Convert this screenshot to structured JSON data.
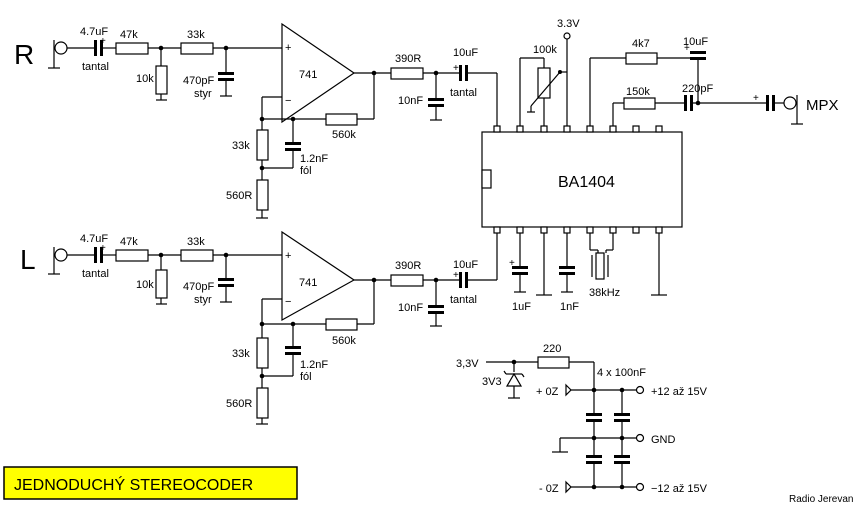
{
  "title": "JEDNODUCHÝ STEREOCODER",
  "credit": "Radio Jerevan",
  "channels": {
    "right": "R",
    "left": "L"
  },
  "output": "MPX",
  "ic": {
    "name": "BA1404"
  },
  "opamp": "741",
  "components": {
    "c_in": "4.7uF",
    "c_in_type": "tantal",
    "r1": "47k",
    "r2": "33k",
    "r_gnd": "10k",
    "c_filter": "470pF",
    "c_filter_type": "styr",
    "r_fb": "560k",
    "r_g1": "33k",
    "r_g2": "560R",
    "c_g": "1.2nF",
    "c_g_type": "fól",
    "r_out": "390R",
    "c_out": "10uF",
    "c_out_type": "tantal",
    "c_shunt": "10nF"
  },
  "ic_circuit": {
    "supply": "3.3V",
    "pot": "100k",
    "r_4k7": "4k7",
    "c_10uf": "10uF",
    "r_150k": "150k",
    "c_220pf": "220pF",
    "c_1uf": "1uF",
    "c_1nf": "1nF",
    "xtal": "38kHz"
  },
  "psu": {
    "r": "220",
    "v_label": "3,3V",
    "zener": "3V3",
    "caps": "4 x 100nF",
    "pos_label": "+ 0Z",
    "neg_label": "- 0Z",
    "pos_supply": "+12 až 15V",
    "gnd": "GND",
    "neg_supply": "−12 až 15V"
  }
}
